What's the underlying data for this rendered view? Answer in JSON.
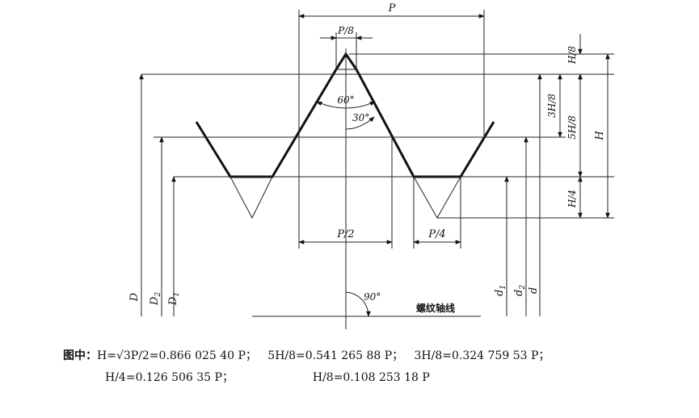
{
  "labels": {
    "pitch": "P",
    "p_eighth": "P/8",
    "p_half": "P/2",
    "p_quarter": "P/4",
    "h_eighth": "H/8",
    "three_h_eighth": "3H/8",
    "five_h_eighth": "5H/8",
    "h": "H",
    "h_quarter": "H/4",
    "angle_60": "60°",
    "angle_30": "30°",
    "angle_90": "90°",
    "axis_label": "螺纹轴线",
    "D": "D",
    "D2": "D",
    "D2_sub": "2",
    "D1": "D",
    "D1_sub": "1",
    "d1": "d",
    "d1_sub": "1",
    "d2": "d",
    "d2_sub": "2",
    "d": "d"
  },
  "legend": {
    "prefix": "图中：",
    "row1": [
      "H=√3P/2=0.866 025 40 P；",
      "5H/8=0.541 265 88 P；",
      "3H/8=0.324 759 53 P；"
    ],
    "row2": [
      "H/4=0.126 506 35 P；",
      "H/8=0.108 253 18 P"
    ]
  }
}
